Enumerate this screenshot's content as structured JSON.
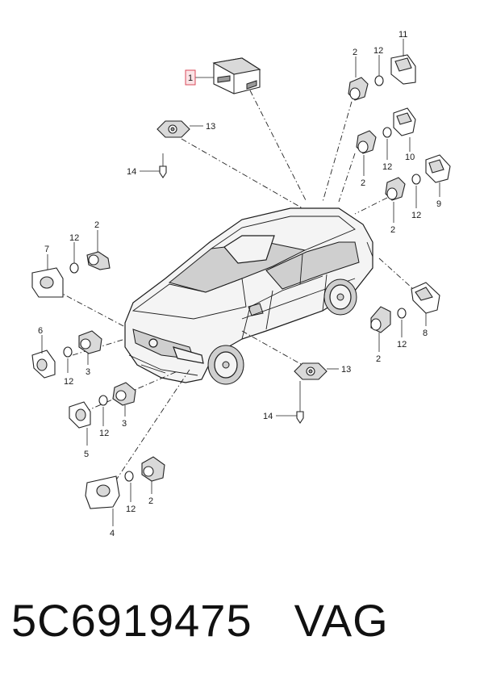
{
  "diagram": {
    "callouts": {
      "c1": "1",
      "c2a": "2",
      "c11": "11",
      "c12a": "12",
      "c2b": "2",
      "c12b": "12",
      "c10": "10",
      "c2c": "2",
      "c12c": "12",
      "c9": "9",
      "c13a": "13",
      "c14a": "14",
      "c7": "7",
      "c12d": "12",
      "c2d": "2",
      "c6": "6",
      "c12e": "12",
      "c3a": "3",
      "c5": "5",
      "c12f": "12",
      "c3b": "3",
      "c4": "4",
      "c12g": "12",
      "c2e": "2",
      "c13b": "13",
      "c14b": "14",
      "c2f": "2",
      "c12h": "12",
      "c8": "8"
    }
  },
  "caption": {
    "part_number": "5C6919475",
    "brand": "VAG"
  }
}
